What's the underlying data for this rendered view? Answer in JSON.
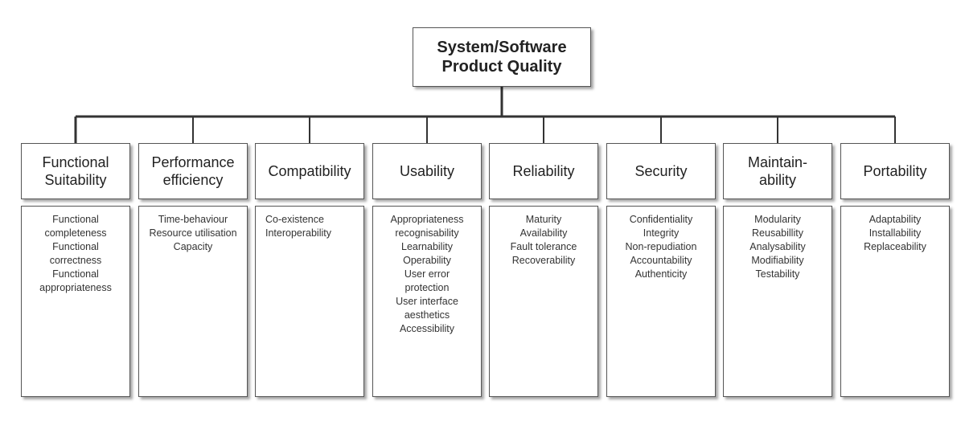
{
  "root": {
    "label": "System/Software\nProduct Quality"
  },
  "characteristics": [
    {
      "name": "Functional\nSuitability",
      "subs": [
        "Functional\ncompleteness",
        "Functional\ncorrectness",
        "Functional\nappropriateness"
      ],
      "align": "center"
    },
    {
      "name": "Performance\nefficiency",
      "subs": [
        "Time-behaviour",
        "Resource utilisation",
        "Capacity"
      ],
      "align": "center"
    },
    {
      "name": "Compatibility",
      "subs": [
        "Co-existence",
        "Interoperability"
      ],
      "align": "left"
    },
    {
      "name": "Usability",
      "subs": [
        "Appropriateness\nrecognisability",
        "Learnability",
        "Operability",
        "User error\nprotection",
        "User interface\naesthetics",
        "Accessibility"
      ],
      "align": "center"
    },
    {
      "name": "Reliability",
      "subs": [
        "Maturity",
        "Availability",
        "Fault tolerance",
        "Recoverability"
      ],
      "align": "center"
    },
    {
      "name": "Security",
      "subs": [
        "Confidentiality",
        "Integrity",
        "Non-repudiation",
        "Accountability",
        "Authenticity"
      ],
      "align": "center"
    },
    {
      "name": "Maintain-\nability",
      "subs": [
        "Modularity",
        "Reusabillity",
        "Analysability",
        "Modifiability",
        "Testability"
      ],
      "align": "center"
    },
    {
      "name": "Portability",
      "subs": [
        "Adaptability",
        "Installability",
        "Replaceability"
      ],
      "align": "center"
    }
  ]
}
